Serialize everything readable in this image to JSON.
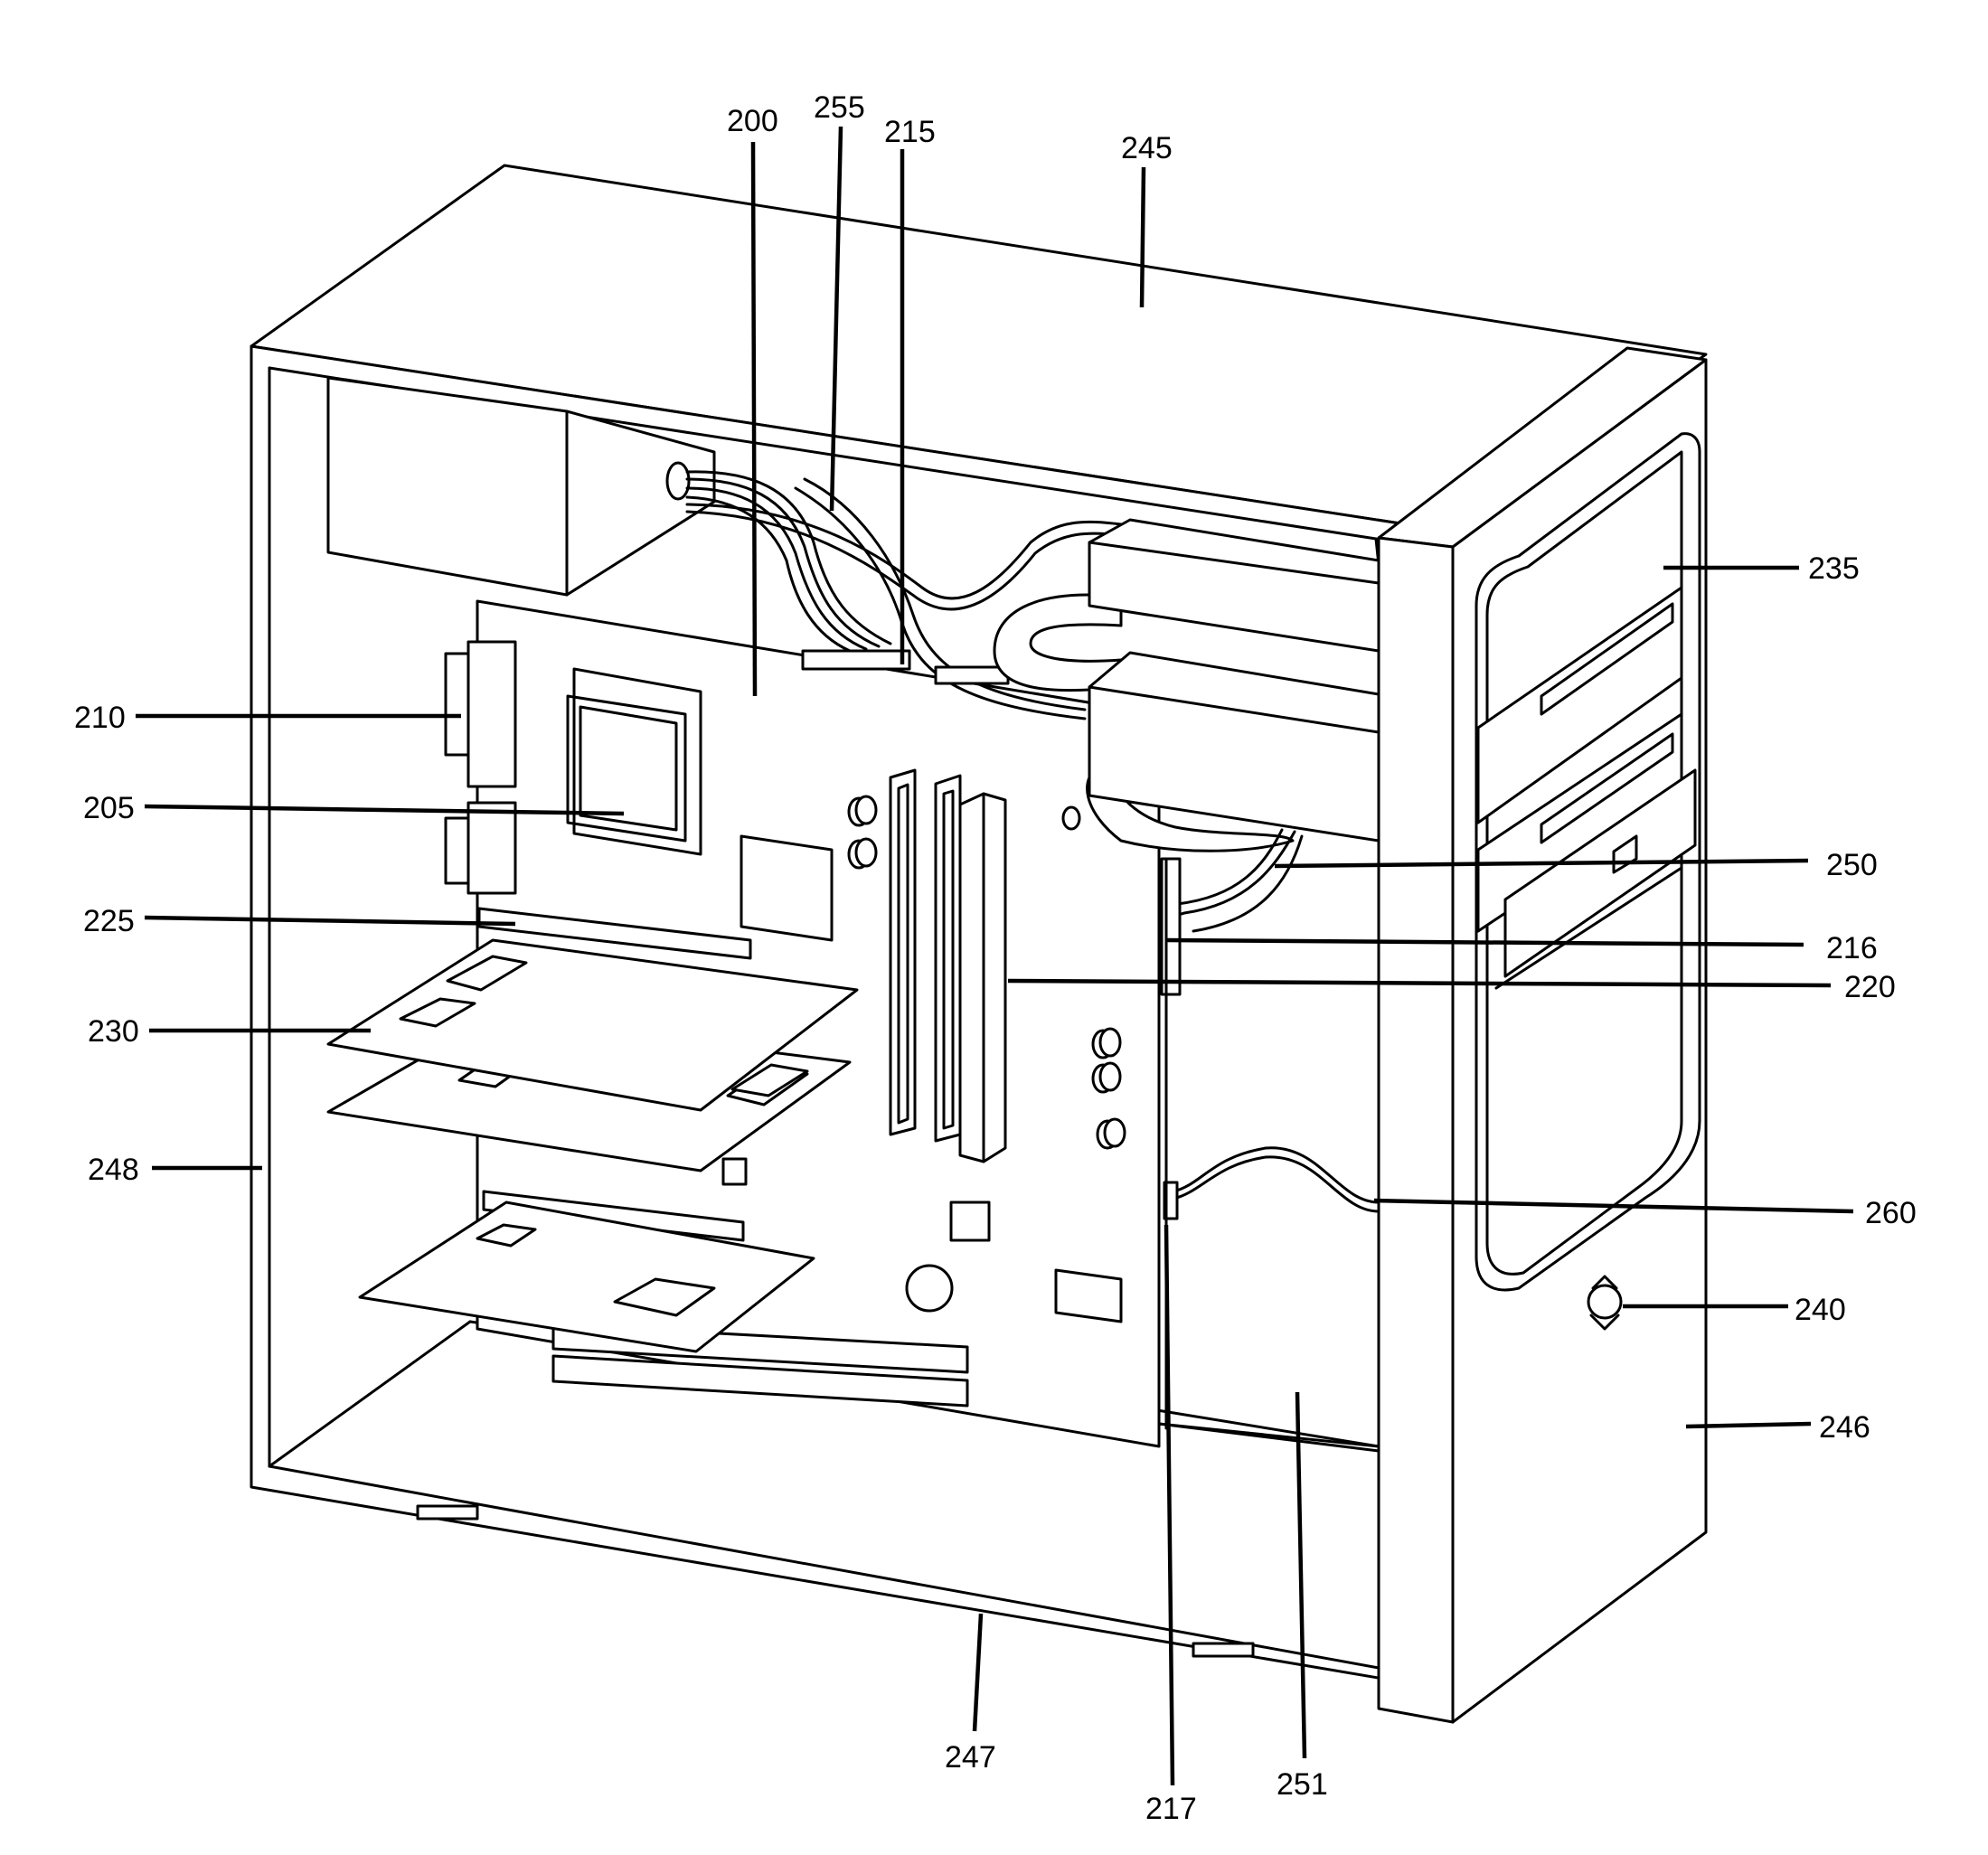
{
  "labels": {
    "l200": "200",
    "l255": "255",
    "l215": "215",
    "l245": "245",
    "l235": "235",
    "l210": "210",
    "l205": "205",
    "l225": "225",
    "l230": "230",
    "l248": "248",
    "l250": "250",
    "l216": "216",
    "l220": "220",
    "l260": "260",
    "l240": "240",
    "l246": "246",
    "l247": "247",
    "l217": "217",
    "l251": "251"
  }
}
